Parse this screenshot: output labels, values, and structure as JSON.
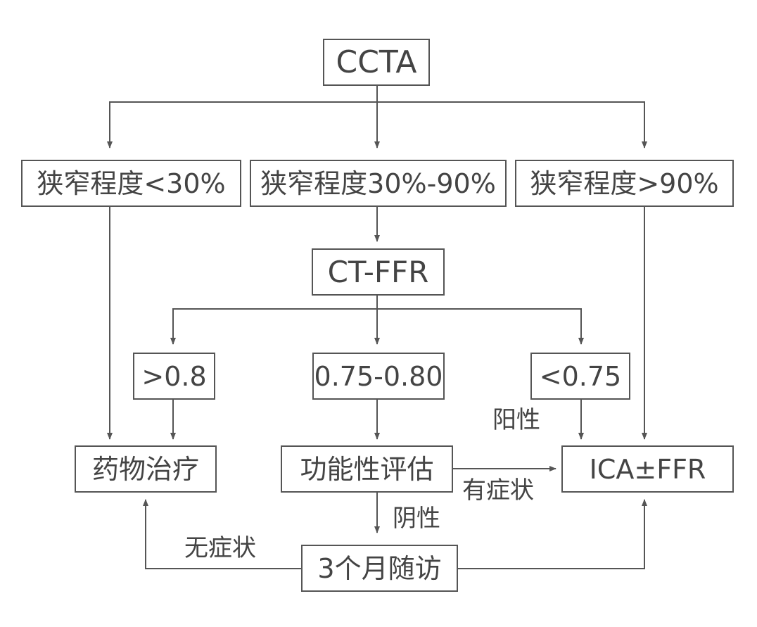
{
  "nodes": {
    "ccta": "CCTA",
    "stenosis_lt30": "狭窄程度<30%",
    "stenosis_30_90": "狭窄程度30%-90%",
    "stenosis_gt90": "狭窄程度>90%",
    "ctffr": "CT-FFR",
    "ffr_gt08": ">0.8",
    "ffr_075_080": "0.75-0.80",
    "ffr_lt075": "<0.75",
    "medical_therapy": "药物治疗",
    "functional_assessment": "功能性评估",
    "ica_ffr": "ICA±FFR",
    "followup_3m": "3个月随访"
  },
  "edge_labels": {
    "positive": "阳性",
    "symptomatic": "有症状",
    "negative": "阴性",
    "asymptomatic": "无症状"
  },
  "colors": {
    "line": "#555555",
    "text": "#444444",
    "background": "#ffffff"
  }
}
